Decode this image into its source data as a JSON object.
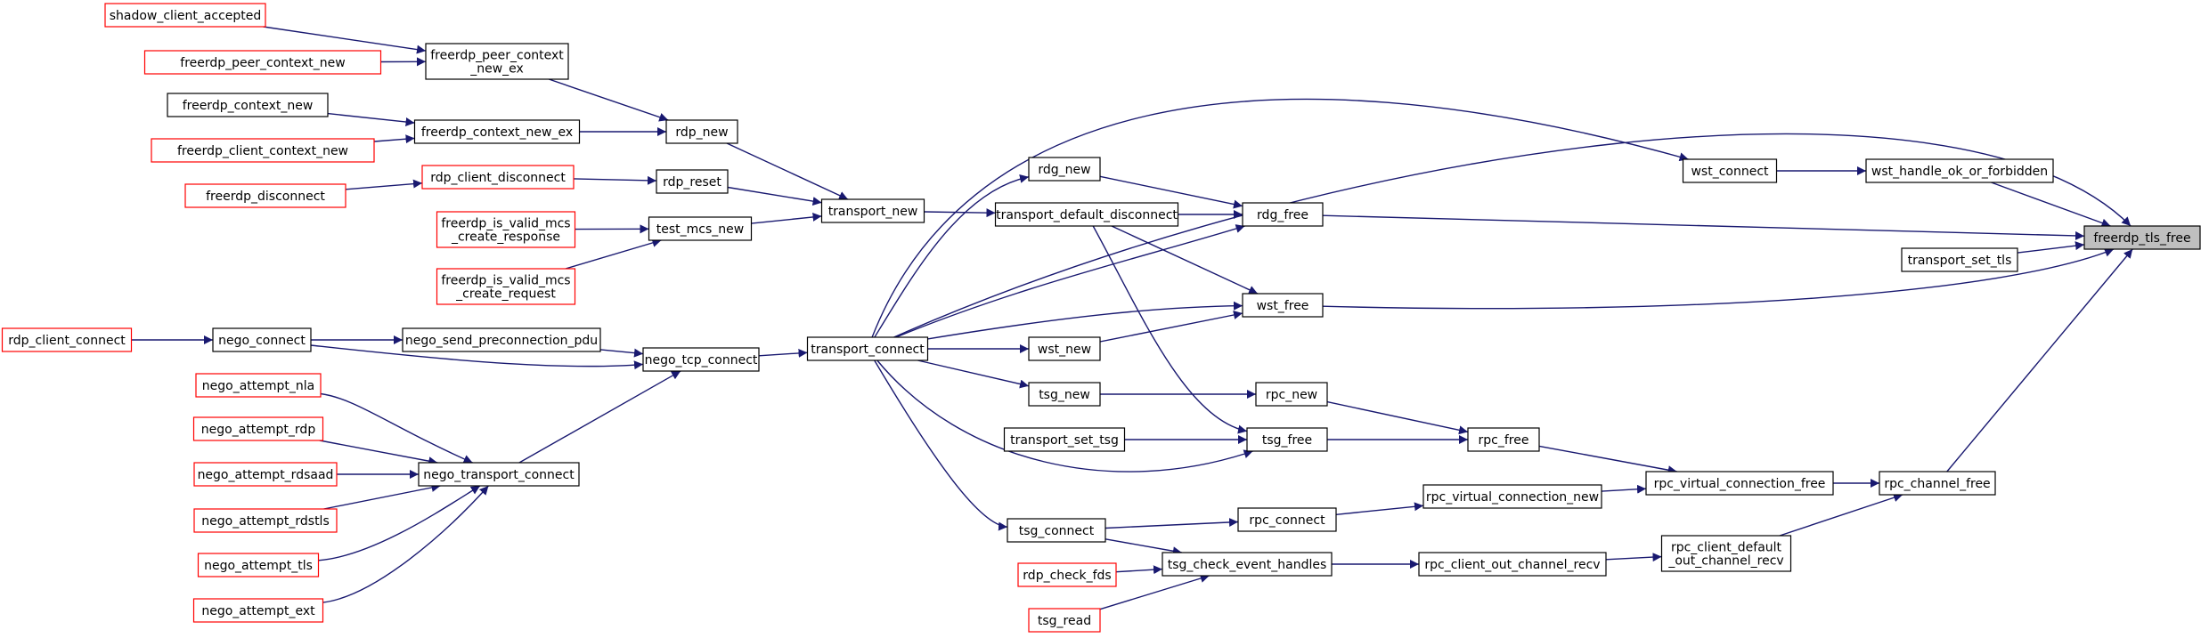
{
  "colors": {
    "edge": "#191970",
    "box_normal": "#000000",
    "box_link": "#ff0000",
    "box_focus_fill": "#bfbfbf",
    "background": "#ffffff"
  },
  "nodes": {
    "shadow_client_accepted": {
      "lines": [
        "shadow_client_accepted"
      ],
      "style": "link"
    },
    "freerdp_peer_context_new": {
      "lines": [
        "freerdp_peer_context_new"
      ],
      "style": "link"
    },
    "freerdp_peer_context_new_ex": {
      "lines": [
        "freerdp_peer_context",
        "_new_ex"
      ],
      "style": "normal"
    },
    "freerdp_context_new": {
      "lines": [
        "freerdp_context_new"
      ],
      "style": "normal"
    },
    "freerdp_client_context_new": {
      "lines": [
        "freerdp_client_context_new"
      ],
      "style": "link"
    },
    "freerdp_context_new_ex": {
      "lines": [
        "freerdp_context_new_ex"
      ],
      "style": "normal"
    },
    "freerdp_disconnect": {
      "lines": [
        "freerdp_disconnect"
      ],
      "style": "link"
    },
    "rdp_client_disconnect": {
      "lines": [
        "rdp_client_disconnect"
      ],
      "style": "link"
    },
    "rdp_new": {
      "lines": [
        "rdp_new"
      ],
      "style": "normal"
    },
    "rdp_reset": {
      "lines": [
        "rdp_reset"
      ],
      "style": "normal"
    },
    "freerdp_is_valid_mcs_create_response": {
      "lines": [
        "freerdp_is_valid_mcs",
        "_create_response"
      ],
      "style": "link"
    },
    "freerdp_is_valid_mcs_create_request": {
      "lines": [
        "freerdp_is_valid_mcs",
        "_create_request"
      ],
      "style": "link"
    },
    "test_mcs_new": {
      "lines": [
        "test_mcs_new"
      ],
      "style": "normal"
    },
    "transport_new": {
      "lines": [
        "transport_new"
      ],
      "style": "normal"
    },
    "rdp_client_connect": {
      "lines": [
        "rdp_client_connect"
      ],
      "style": "link"
    },
    "nego_connect": {
      "lines": [
        "nego_connect"
      ],
      "style": "normal"
    },
    "nego_send_preconnection_pdu": {
      "lines": [
        "nego_send_preconnection_pdu"
      ],
      "style": "normal"
    },
    "nego_tcp_connect": {
      "lines": [
        "nego_tcp_connect"
      ],
      "style": "normal"
    },
    "nego_attempt_nla": {
      "lines": [
        "nego_attempt_nla"
      ],
      "style": "link"
    },
    "nego_attempt_rdp": {
      "lines": [
        "nego_attempt_rdp"
      ],
      "style": "link"
    },
    "nego_attempt_rdsaad": {
      "lines": [
        "nego_attempt_rdsaad"
      ],
      "style": "link"
    },
    "nego_attempt_rdstls": {
      "lines": [
        "nego_attempt_rdstls"
      ],
      "style": "link"
    },
    "nego_attempt_tls": {
      "lines": [
        "nego_attempt_tls"
      ],
      "style": "link"
    },
    "nego_attempt_ext": {
      "lines": [
        "nego_attempt_ext"
      ],
      "style": "link"
    },
    "nego_transport_connect": {
      "lines": [
        "nego_transport_connect"
      ],
      "style": "normal"
    },
    "transport_connect": {
      "lines": [
        "transport_connect"
      ],
      "style": "normal"
    },
    "rdg_new": {
      "lines": [
        "rdg_new"
      ],
      "style": "normal"
    },
    "transport_default_disconnect": {
      "lines": [
        "transport_default_disconnect"
      ],
      "style": "normal"
    },
    "rdg_free": {
      "lines": [
        "rdg_free"
      ],
      "style": "normal"
    },
    "wst_free": {
      "lines": [
        "wst_free"
      ],
      "style": "normal"
    },
    "wst_new": {
      "lines": [
        "wst_new"
      ],
      "style": "normal"
    },
    "tsg_new": {
      "lines": [
        "tsg_new"
      ],
      "style": "normal"
    },
    "rpc_new": {
      "lines": [
        "rpc_new"
      ],
      "style": "normal"
    },
    "transport_set_tsg": {
      "lines": [
        "transport_set_tsg"
      ],
      "style": "normal"
    },
    "tsg_free": {
      "lines": [
        "tsg_free"
      ],
      "style": "normal"
    },
    "rpc_free": {
      "lines": [
        "rpc_free"
      ],
      "style": "normal"
    },
    "tsg_connect": {
      "lines": [
        "tsg_connect"
      ],
      "style": "normal"
    },
    "rpc_connect": {
      "lines": [
        "rpc_connect"
      ],
      "style": "normal"
    },
    "rdp_check_fds": {
      "lines": [
        "rdp_check_fds"
      ],
      "style": "link"
    },
    "tsg_read": {
      "lines": [
        "tsg_read"
      ],
      "style": "link"
    },
    "tsg_check_event_handles": {
      "lines": [
        "tsg_check_event_handles"
      ],
      "style": "normal"
    },
    "rpc_virtual_connection_new": {
      "lines": [
        "rpc_virtual_connection_new"
      ],
      "style": "normal"
    },
    "rpc_client_out_channel_recv": {
      "lines": [
        "rpc_client_out_channel_recv"
      ],
      "style": "normal"
    },
    "rpc_virtual_connection_free": {
      "lines": [
        "rpc_virtual_connection_free"
      ],
      "style": "normal"
    },
    "rpc_client_default_out_channel_recv": {
      "lines": [
        "rpc_client_default",
        "_out_channel_recv"
      ],
      "style": "normal"
    },
    "rpc_channel_free": {
      "lines": [
        "rpc_channel_free"
      ],
      "style": "normal"
    },
    "wst_connect": {
      "lines": [
        "wst_connect"
      ],
      "style": "normal"
    },
    "wst_handle_ok_or_forbidden": {
      "lines": [
        "wst_handle_ok_or_forbidden"
      ],
      "style": "normal"
    },
    "transport_set_tls": {
      "lines": [
        "transport_set_tls"
      ],
      "style": "normal"
    },
    "freerdp_tls_free": {
      "lines": [
        "freerdp_tls_free"
      ],
      "style": "focus"
    }
  },
  "edges": [
    [
      "shadow_client_accepted",
      "freerdp_peer_context_new_ex"
    ],
    [
      "freerdp_peer_context_new",
      "freerdp_peer_context_new_ex"
    ],
    [
      "freerdp_peer_context_new_ex",
      "rdp_new"
    ],
    [
      "freerdp_context_new",
      "freerdp_context_new_ex"
    ],
    [
      "freerdp_client_context_new",
      "freerdp_context_new_ex"
    ],
    [
      "freerdp_context_new_ex",
      "rdp_new"
    ],
    [
      "freerdp_disconnect",
      "rdp_client_disconnect"
    ],
    [
      "rdp_client_disconnect",
      "rdp_reset"
    ],
    [
      "rdp_new",
      "transport_new"
    ],
    [
      "rdp_reset",
      "transport_new"
    ],
    [
      "freerdp_is_valid_mcs_create_response",
      "test_mcs_new"
    ],
    [
      "freerdp_is_valid_mcs_create_request",
      "test_mcs_new"
    ],
    [
      "test_mcs_new",
      "transport_new"
    ],
    [
      "rdp_client_connect",
      "nego_connect"
    ],
    [
      "nego_connect",
      "nego_send_preconnection_pdu"
    ],
    [
      "nego_connect",
      "nego_tcp_connect"
    ],
    [
      "nego_send_preconnection_pdu",
      "nego_tcp_connect"
    ],
    [
      "nego_attempt_nla",
      "nego_transport_connect"
    ],
    [
      "nego_attempt_rdp",
      "nego_transport_connect"
    ],
    [
      "nego_attempt_rdsaad",
      "nego_transport_connect"
    ],
    [
      "nego_attempt_rdstls",
      "nego_transport_connect"
    ],
    [
      "nego_attempt_tls",
      "nego_transport_connect"
    ],
    [
      "nego_attempt_ext",
      "nego_transport_connect"
    ],
    [
      "nego_transport_connect",
      "nego_tcp_connect"
    ],
    [
      "nego_tcp_connect",
      "transport_connect"
    ],
    [
      "transport_new",
      "transport_default_disconnect"
    ],
    [
      "transport_connect",
      "rdg_new"
    ],
    [
      "transport_connect",
      "rdg_free"
    ],
    [
      "transport_connect",
      "wst_free"
    ],
    [
      "transport_connect",
      "wst_new"
    ],
    [
      "transport_connect",
      "tsg_new"
    ],
    [
      "transport_connect",
      "tsg_free"
    ],
    [
      "transport_connect",
      "tsg_connect"
    ],
    [
      "transport_connect",
      "wst_connect"
    ],
    [
      "transport_connect",
      "freerdp_tls_free"
    ],
    [
      "rdg_new",
      "rdg_free"
    ],
    [
      "transport_default_disconnect",
      "rdg_free"
    ],
    [
      "transport_default_disconnect",
      "wst_free"
    ],
    [
      "transport_default_disconnect",
      "tsg_free"
    ],
    [
      "wst_new",
      "wst_free"
    ],
    [
      "tsg_new",
      "rpc_new"
    ],
    [
      "rpc_new",
      "rpc_free"
    ],
    [
      "transport_set_tsg",
      "tsg_free"
    ],
    [
      "tsg_free",
      "rpc_free"
    ],
    [
      "rpc_free",
      "rpc_virtual_connection_free"
    ],
    [
      "tsg_connect",
      "rpc_connect"
    ],
    [
      "tsg_connect",
      "tsg_check_event_handles"
    ],
    [
      "rdp_check_fds",
      "tsg_check_event_handles"
    ],
    [
      "tsg_read",
      "tsg_check_event_handles"
    ],
    [
      "rpc_connect",
      "rpc_virtual_connection_new"
    ],
    [
      "rpc_virtual_connection_new",
      "rpc_virtual_connection_free"
    ],
    [
      "tsg_check_event_handles",
      "rpc_client_out_channel_recv"
    ],
    [
      "rpc_client_out_channel_recv",
      "rpc_client_default_out_channel_recv"
    ],
    [
      "rpc_virtual_connection_free",
      "rpc_channel_free"
    ],
    [
      "rpc_client_default_out_channel_recv",
      "rpc_channel_free"
    ],
    [
      "rpc_channel_free",
      "freerdp_tls_free"
    ],
    [
      "rdg_free",
      "freerdp_tls_free"
    ],
    [
      "wst_free",
      "freerdp_tls_free"
    ],
    [
      "wst_connect",
      "wst_handle_ok_or_forbidden"
    ],
    [
      "wst_handle_ok_or_forbidden",
      "freerdp_tls_free"
    ],
    [
      "transport_set_tls",
      "freerdp_tls_free"
    ]
  ]
}
